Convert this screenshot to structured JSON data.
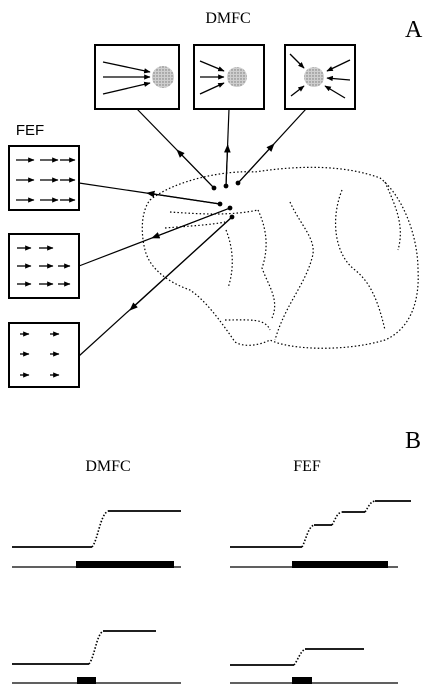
{
  "panel_a": {
    "label": "A",
    "dmfc_label": "DMFC",
    "fef_label": "FEF"
  },
  "panel_b": {
    "label": "B",
    "dmfc_label": "DMFC",
    "fef_label": "FEF"
  }
}
